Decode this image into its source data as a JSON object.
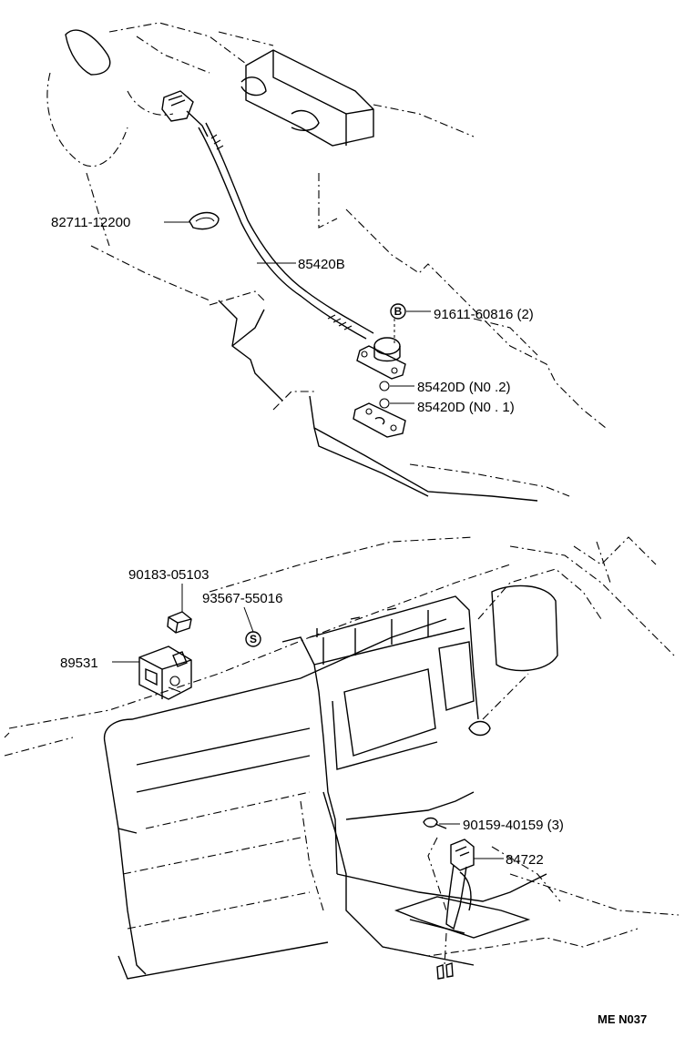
{
  "labels": {
    "clamp": "82711-12200",
    "wire": "85420B",
    "bolt_b": "91611-60816 (2)",
    "bolt_b_symbol": "B",
    "bracket_no2": "85420D (N0 .2)",
    "bracket_no1": "85420D (N0 . 1)",
    "screw_top": "90183-05103",
    "nut_s": "93567-55016",
    "nut_s_symbol": "S",
    "relay": "89531",
    "screw_bottom": "90159-40159 (3)",
    "switch": "84722"
  },
  "footer": {
    "code": "ME  N037"
  }
}
